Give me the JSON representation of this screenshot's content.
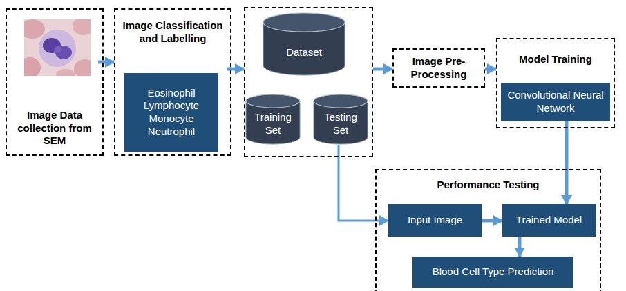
{
  "diagram": {
    "nodes": [
      {
        "text": [
          "Image Data collection from SEM"
        ]
      },
      {
        "text": [
          "Image Classification and Labelling"
        ]
      },
      {
        "text": [
          "Eosinophil Lymphocyte Monocyte Neutrophil"
        ],
        "in": 1
      },
      {
        "text": []
      },
      {
        "text": [
          "Dataset"
        ],
        "in": 3
      },
      {
        "text": [
          "Training Set"
        ],
        "in": 3
      },
      {
        "text": [
          "Testing Set"
        ],
        "in": 3
      },
      {
        "text": [
          "Image Pre-Processing"
        ]
      },
      {
        "text": [
          "Model Training"
        ]
      },
      {
        "text": [
          "Convolutional Neural Network"
        ],
        "in": 8
      },
      {
        "text": [
          "Performance Testing"
        ]
      },
      {
        "text": [
          "Input Image"
        ],
        "in": 10
      },
      {
        "text": [
          "Trained Model"
        ],
        "in": 10
      },
      {
        "text": [
          "Blood Cell Type Prediction"
        ],
        "in": 10
      }
    ],
    "edges": [
      {
        "from": 0,
        "to": 1,
        "arrow": "to"
      },
      {
        "from": 1,
        "to": 3,
        "arrow": "to"
      },
      {
        "from": 3,
        "to": 7,
        "arrow": "to"
      },
      {
        "from": 7,
        "to": 8,
        "arrow": "to"
      },
      {
        "from": 9,
        "to": 12,
        "arrow": "to"
      },
      {
        "from": 6,
        "to": 11,
        "arrow": "to"
      },
      {
        "from": 11,
        "to": 12,
        "arrow": "to"
      },
      {
        "from": 12,
        "to": 13,
        "arrow": "to"
      }
    ]
  }
}
